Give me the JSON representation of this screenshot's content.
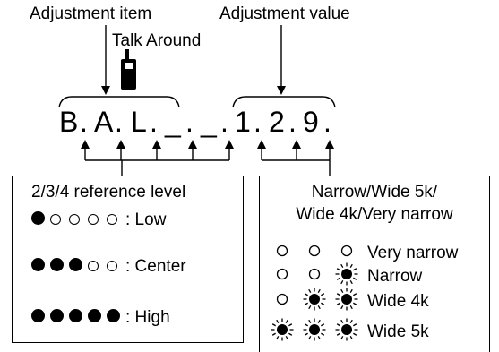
{
  "header": {
    "item_label": "Adjustment item",
    "value_label": "Adjustment value",
    "talk_around": "Talk Around",
    "radio_icon": "handheld-radio-icon"
  },
  "display": {
    "chars": [
      "B",
      "A",
      "L",
      "_",
      "_",
      "1",
      "2",
      "9"
    ]
  },
  "left_panel": {
    "title": "2/3/4 reference level",
    "rows": [
      {
        "filled": 1,
        "total": 5,
        "label": ": Low"
      },
      {
        "filled": 3,
        "total": 5,
        "label": ": Center"
      },
      {
        "filled": 5,
        "total": 5,
        "label": ": High"
      }
    ]
  },
  "right_panel": {
    "title_line1": "Narrow/Wide 5k/",
    "title_line2": "Wide 4k/Very narrow",
    "rows": [
      {
        "lit": 0,
        "total": 3,
        "label": "Very narrow"
      },
      {
        "lit": 1,
        "total": 3,
        "label": "Narrow"
      },
      {
        "lit": 2,
        "total": 3,
        "label": "Wide 4k"
      },
      {
        "lit": 3,
        "total": 3,
        "label": "Wide 5k"
      }
    ]
  },
  "colors": {
    "ink": "#000000",
    "background": "#ffffff"
  }
}
